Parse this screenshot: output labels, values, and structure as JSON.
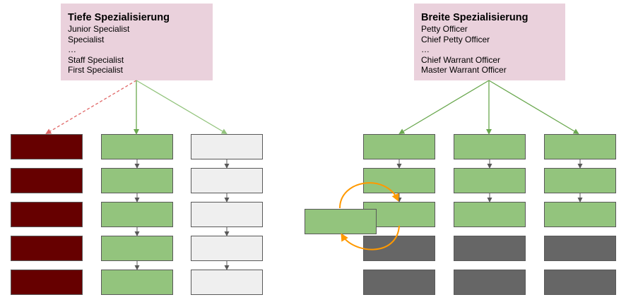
{
  "diagram": {
    "left": {
      "title": "Tiefe Spezialisierung",
      "lines": [
        "Junior Specialist",
        "Specialist",
        "…",
        "Staff Specialist",
        "First Specialist"
      ],
      "columns": [
        {
          "state": "rejected",
          "fill": "#660000",
          "cells": 5
        },
        {
          "state": "active",
          "fill": "#93c47d",
          "cells": 5
        },
        {
          "state": "inactive",
          "fill": "#efefef",
          "cells": 5
        }
      ],
      "arrows": [
        {
          "to": "column-1",
          "style": "dashed",
          "color": "#e06666"
        },
        {
          "to": "column-2",
          "style": "solid",
          "color": "#6aa84f"
        },
        {
          "to": "column-3",
          "style": "solid",
          "color": "#93c47d"
        }
      ]
    },
    "right": {
      "title": "Breite Spezialisierung",
      "lines": [
        "Petty Officer",
        "Chief Petty Officer",
        "…",
        "Chief Warrant Officer",
        "Master Warrant Officer"
      ],
      "columns": [
        {
          "state": "partial",
          "active_cells": 3,
          "inactive_cells": 2
        },
        {
          "state": "partial",
          "active_cells": 3,
          "inactive_cells": 2
        },
        {
          "state": "partial",
          "active_cells": 3,
          "inactive_cells": 2
        }
      ],
      "swap_cell": {
        "fill": "#93c47d",
        "arrow_color": "#ff9900"
      }
    },
    "colors": {
      "header_bg": "#ead1dc",
      "green": "#93c47d",
      "dark_red": "#660000",
      "light_gray": "#efefef",
      "dark_gray": "#666666",
      "border": "#595959",
      "orange": "#ff9900"
    }
  }
}
